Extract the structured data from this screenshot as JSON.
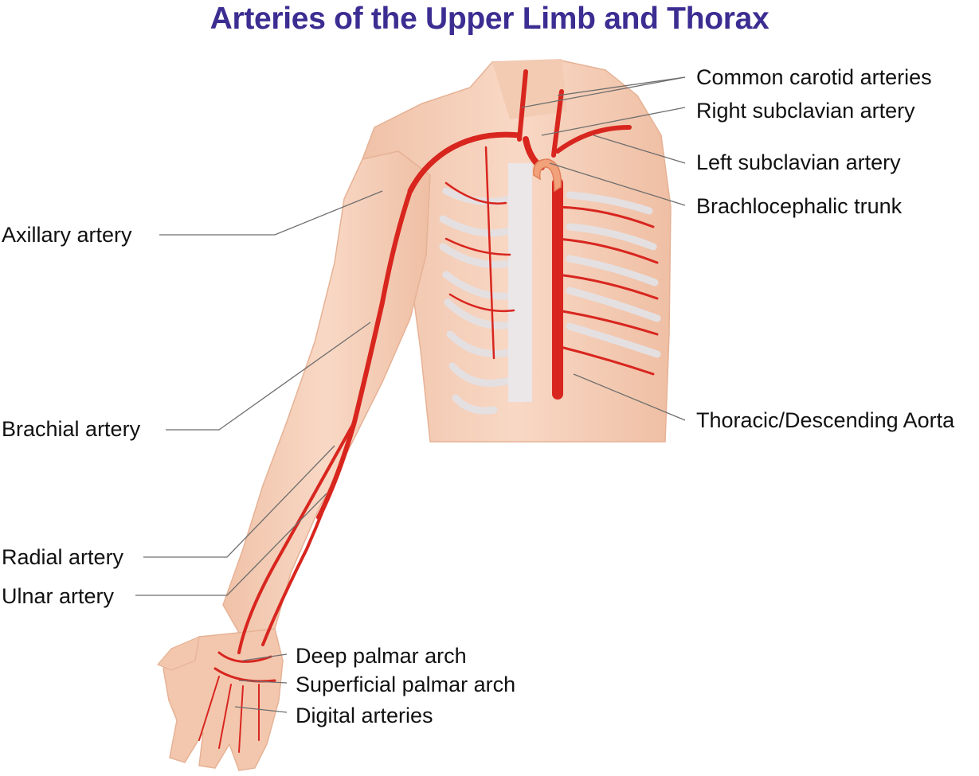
{
  "title": "Arteries of the Upper Limb and Thorax",
  "labels": {
    "common_carotid": "Common carotid arteries",
    "right_subclavian": "Right subclavian artery",
    "left_subclavian": "Left subclavian artery",
    "brachiocephalic": "Brachlocephalic trunk",
    "axillary": "Axillary artery",
    "brachial": "Brachial artery",
    "thoracic_aorta": "Thoracic/Descending Aorta",
    "radial": "Radial artery",
    "ulnar": "Ulnar artery",
    "deep_palmar": "Deep palmar arch",
    "superficial_palmar": "Superficial palmar arch",
    "digital": "Digital arteries"
  },
  "colors": {
    "title": "#3b2d91",
    "skin": "#f6d2bd",
    "skin_shadow": "#eab79c",
    "artery": "#d8261f",
    "rib": "#e8e4e6",
    "leader": "#6e6e6e"
  }
}
